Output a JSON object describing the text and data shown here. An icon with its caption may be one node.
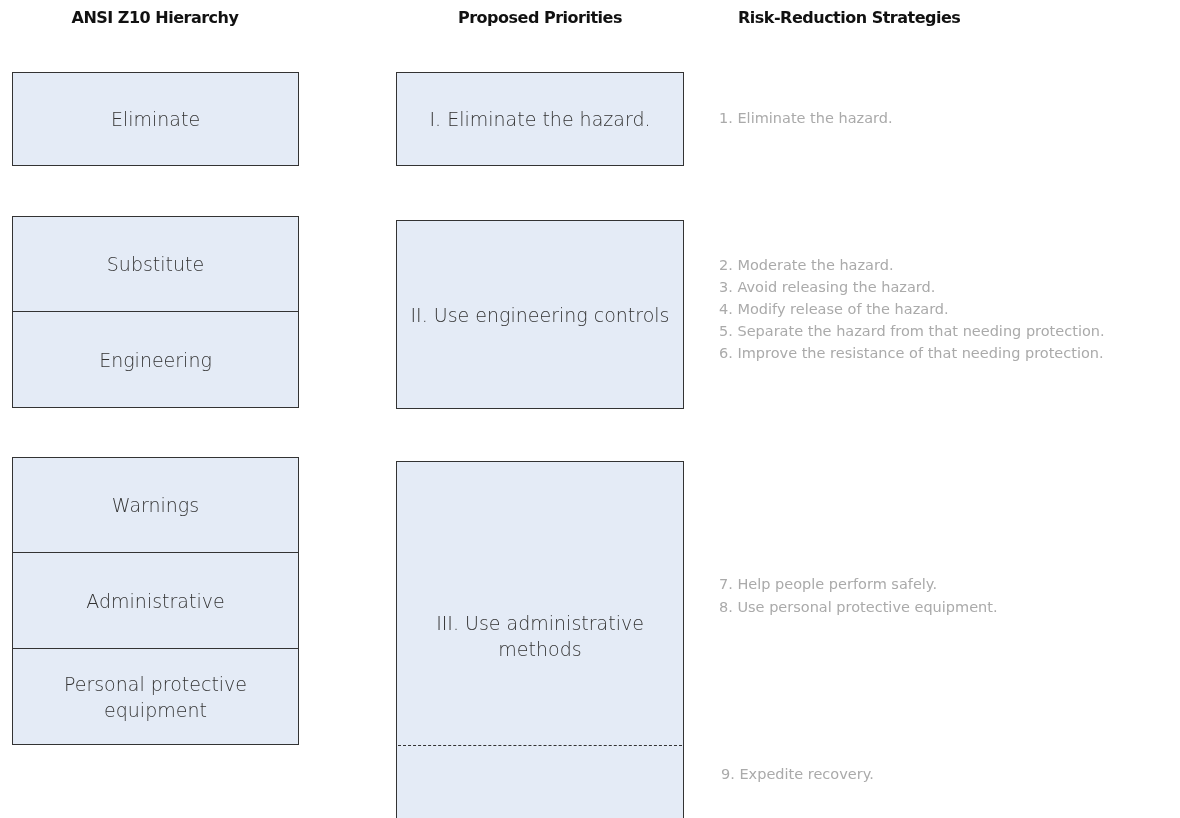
{
  "diagram": {
    "nodes": [
      {
        "text": [
          "Eliminate"
        ]
      },
      {
        "text": [
          "Substitute"
        ]
      },
      {
        "text": [
          "Engineering"
        ]
      },
      {
        "text": [
          "Warnings"
        ]
      },
      {
        "text": [
          "Administrative"
        ]
      },
      {
        "text": [
          "Personal protective equipment"
        ]
      },
      {
        "text": [
          "I. Eliminate the hazard."
        ]
      },
      {
        "text": [
          "II. Use engineering controls"
        ]
      },
      {
        "text": [
          "III. Use administrative methods"
        ]
      }
    ],
    "labels": [
      "ANSI Z10 Hierarchy",
      "Proposed Priorities",
      "Risk-Reduction Strategies",
      "1. Eliminate the hazard.",
      "2. Moderate the hazard.",
      "3. Avoid releasing the hazard.",
      "4. Modify release of the hazard.",
      "5. Separate the hazard from that needing protection.",
      "6. Improve the resistance of that needing protection.",
      "7. Help people perform safely.",
      "8. Use personal protective equipment.",
      "9. Expedite recovery."
    ]
  }
}
